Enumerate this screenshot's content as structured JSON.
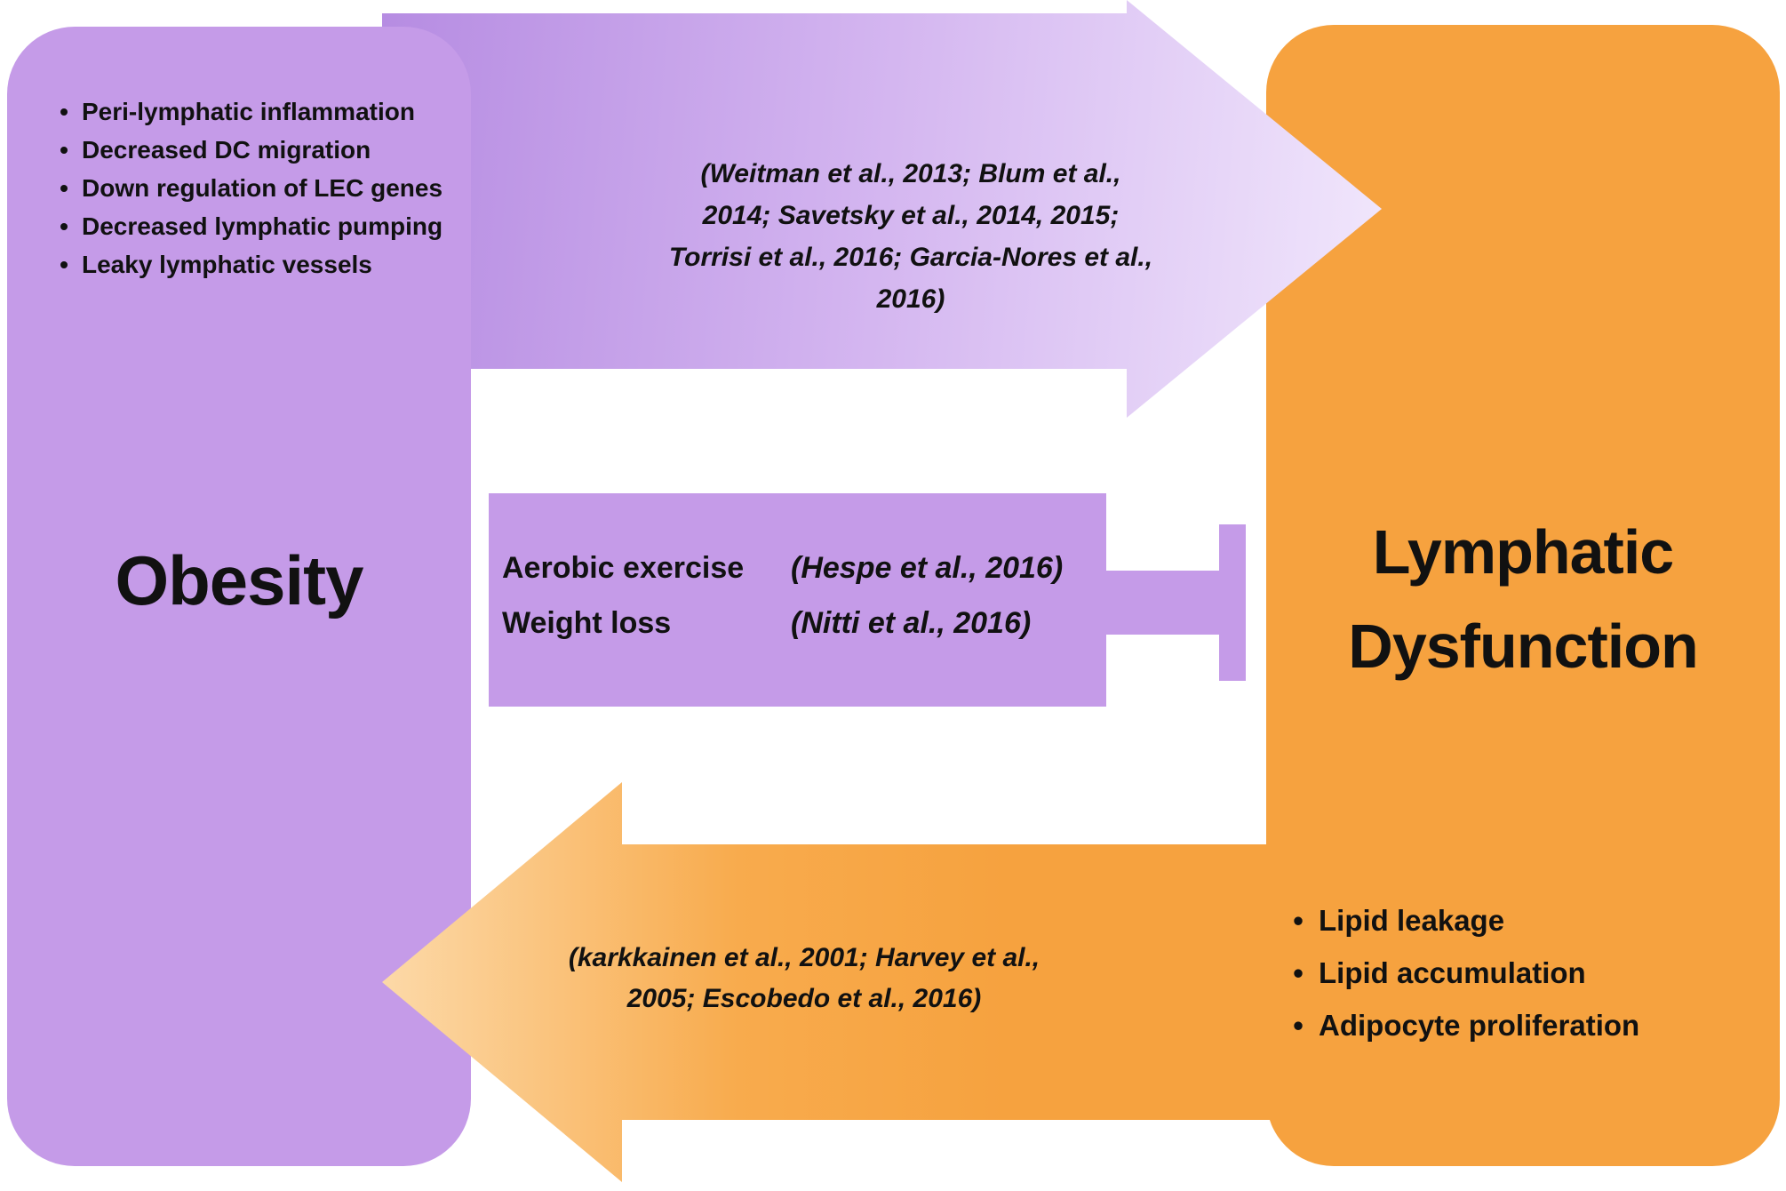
{
  "glyphs": {
    "bullet": "•"
  },
  "colors": {
    "purple": "#c59be8",
    "orange": "#f6a23f"
  },
  "obesity_box": {
    "title": "Obesity",
    "bullets": [
      "Peri-lymphatic inflammation",
      "Decreased DC migration",
      "Down regulation of LEC genes",
      "Decreased lymphatic pumping",
      "Leaky lymphatic vessels"
    ]
  },
  "lymphatic_box": {
    "title_line1": "Lymphatic",
    "title_line2": "Dysfunction",
    "bullets": [
      "Lipid leakage",
      "Lipid accumulation",
      "Adipocyte proliferation"
    ]
  },
  "top_arrow": {
    "direction": "right",
    "citation_lines": [
      "(Weitman et al., 2013; Blum et al.,",
      "2014; Savetsky et al., 2014, 2015;",
      "Torrisi et al., 2016; Garcia-Nores et al.,",
      "2016)"
    ]
  },
  "inhibition": {
    "rows": [
      {
        "label": "Aerobic exercise",
        "citation": "(Hespe et al., 2016)"
      },
      {
        "label": "Weight loss",
        "citation": "(Nitti et al., 2016)"
      }
    ]
  },
  "bottom_arrow": {
    "direction": "left",
    "citation_lines": [
      "(karkkainen et al., 2001; Harvey et al.,",
      "2005; Escobedo et al., 2016)"
    ]
  }
}
